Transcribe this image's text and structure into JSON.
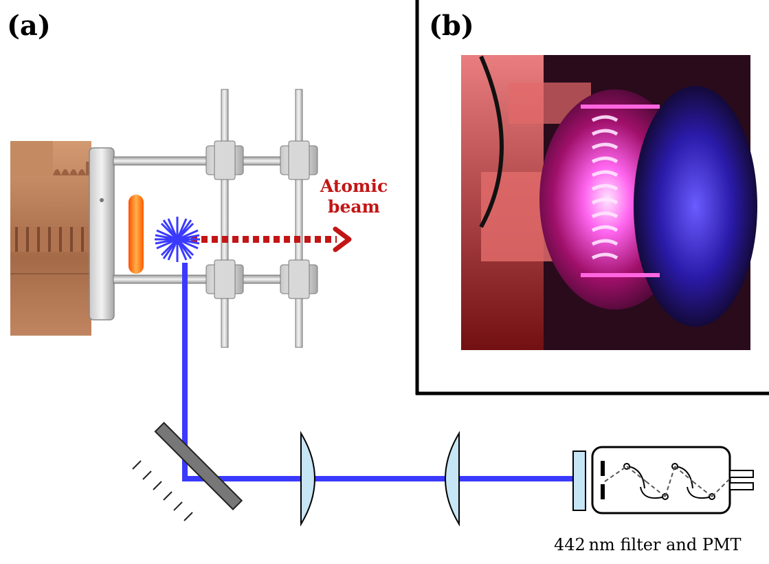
{
  "panels": {
    "a_label": "(a)",
    "b_label": "(b)"
  },
  "annotations": {
    "atomic_beam_line1": "Atomic",
    "atomic_beam_line2": "beam",
    "detector_caption": "442 nm filter and PMT"
  },
  "colors": {
    "laser_beam": "#3a3aff",
    "atomic_beam": "#c31515",
    "copper": "#b97a57",
    "oven_glow": "#ff7a1a",
    "lens": "#c6e5f5",
    "photo_glow": "#ff3df0"
  }
}
